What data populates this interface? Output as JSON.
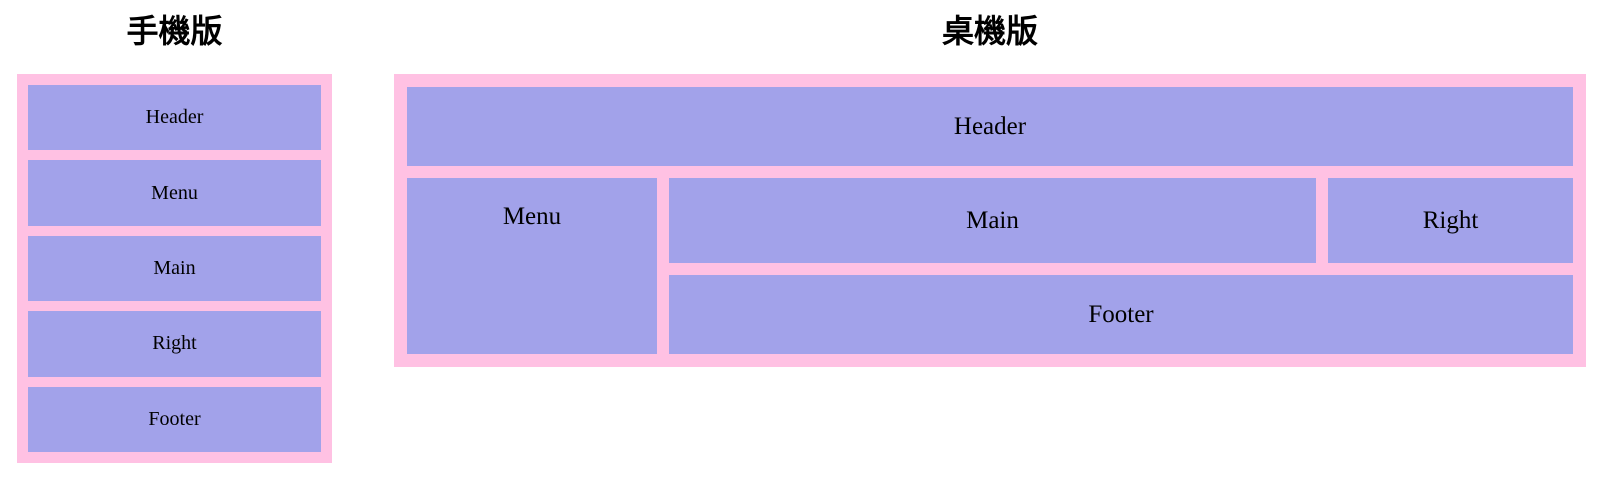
{
  "colors": {
    "frame_pink": "#ffc1e3",
    "box_purple": "#a2a2ea",
    "text": "#000000",
    "background": "#ffffff"
  },
  "mobile": {
    "title": "手機版",
    "boxes": [
      {
        "label": "Header"
      },
      {
        "label": "Menu"
      },
      {
        "label": "Main"
      },
      {
        "label": "Right"
      },
      {
        "label": "Footer"
      }
    ]
  },
  "desktop": {
    "title": "桌機版",
    "boxes": {
      "header": "Header",
      "menu": "Menu",
      "main": "Main",
      "right": "Right",
      "footer": "Footer"
    }
  }
}
